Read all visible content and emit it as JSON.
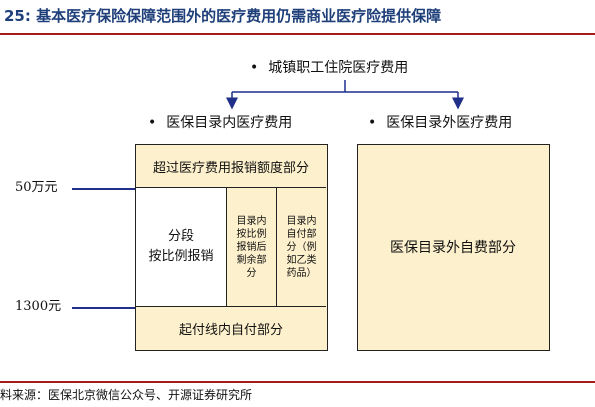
{
  "header": {
    "title": "25:  基本医疗保险保障范围外的医疗费用仍需商业医疗险提供保障"
  },
  "diagram": {
    "root_label": "城镇职工住院医疗费用",
    "left_branch_label": "医保目录内医疗费用",
    "right_branch_label": "医保目录外医疗费用",
    "bullet": "•",
    "left_box": {
      "top_section": "超过医疗费用报销额度部分",
      "middle_left": "分段\n按比例报销",
      "middle_center": "目录内\n按比例\n报销后\n剩余部\n分",
      "middle_right": "目录内\n自付部\n分（例\n如乙类\n药品）",
      "bottom_section": "起付线内自付部分"
    },
    "right_box": {
      "label": "医保目录外自费部分"
    },
    "thresholds": {
      "upper": "50万元",
      "lower": "1300元"
    },
    "colors": {
      "box_fill": "#fdf0cc",
      "title": "#1f3f7a",
      "rule": "#a51c1c",
      "line": "#1f2f8a"
    }
  },
  "footer": {
    "source": "料来源：医保北京微信公众号、开源证券研究所"
  }
}
